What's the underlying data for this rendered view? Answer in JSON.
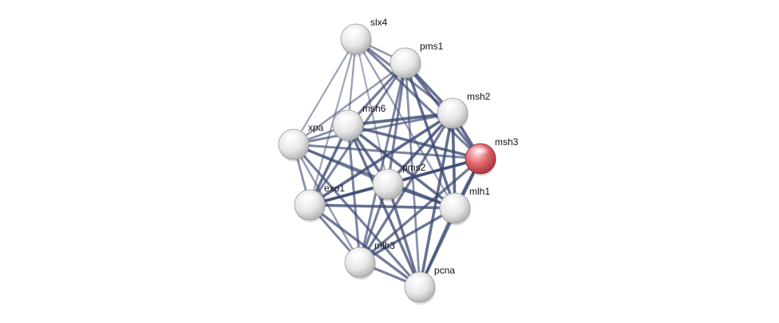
{
  "network": {
    "query_color": "#d9525b",
    "node_color": "#e8e8e8",
    "edge_color": "#3c4a73",
    "nodes": [
      {
        "id": "slx4",
        "label": "slx4",
        "query": false
      },
      {
        "id": "pms1",
        "label": "pms1",
        "query": false
      },
      {
        "id": "msh2",
        "label": "msh2",
        "query": false
      },
      {
        "id": "msh6",
        "label": "msh6",
        "query": false
      },
      {
        "id": "xpa",
        "label": "xpa",
        "query": false
      },
      {
        "id": "msh3",
        "label": "msh3",
        "query": true
      },
      {
        "id": "pms2",
        "label": "pms2",
        "query": false
      },
      {
        "id": "exo1",
        "label": "exo1",
        "query": false
      },
      {
        "id": "mlh1",
        "label": "mlh1",
        "query": false
      },
      {
        "id": "mlh3",
        "label": "mlh3",
        "query": false
      },
      {
        "id": "pcna",
        "label": "pcna",
        "query": false
      }
    ],
    "edges": [
      {
        "source": "slx4",
        "target": "pms1",
        "score": 0.55
      },
      {
        "source": "slx4",
        "target": "msh2",
        "score": 0.7
      },
      {
        "source": "slx4",
        "target": "msh6",
        "score": 0.45
      },
      {
        "source": "slx4",
        "target": "xpa",
        "score": 0.4
      },
      {
        "source": "slx4",
        "target": "msh3",
        "score": 0.75
      },
      {
        "source": "slx4",
        "target": "pms2",
        "score": 0.35
      },
      {
        "source": "slx4",
        "target": "exo1",
        "score": 0.4
      },
      {
        "source": "slx4",
        "target": "mlh1",
        "score": 0.45
      },
      {
        "source": "pms1",
        "target": "msh2",
        "score": 0.9
      },
      {
        "source": "pms1",
        "target": "msh6",
        "score": 0.8
      },
      {
        "source": "pms1",
        "target": "xpa",
        "score": 0.5
      },
      {
        "source": "pms1",
        "target": "msh3",
        "score": 0.85
      },
      {
        "source": "pms1",
        "target": "pms2",
        "score": 0.75
      },
      {
        "source": "pms1",
        "target": "exo1",
        "score": 0.7
      },
      {
        "source": "pms1",
        "target": "mlh1",
        "score": 0.9
      },
      {
        "source": "pms1",
        "target": "mlh3",
        "score": 0.7
      },
      {
        "source": "pms1",
        "target": "pcna",
        "score": 0.6
      },
      {
        "source": "msh2",
        "target": "msh6",
        "score": 0.95
      },
      {
        "source": "msh2",
        "target": "xpa",
        "score": 0.7
      },
      {
        "source": "msh2",
        "target": "msh3",
        "score": 0.95
      },
      {
        "source": "msh2",
        "target": "pms2",
        "score": 0.95
      },
      {
        "source": "msh2",
        "target": "exo1",
        "score": 0.95
      },
      {
        "source": "msh2",
        "target": "mlh1",
        "score": 0.95
      },
      {
        "source": "msh2",
        "target": "mlh3",
        "score": 0.8
      },
      {
        "source": "msh2",
        "target": "pcna",
        "score": 0.9
      },
      {
        "source": "msh6",
        "target": "xpa",
        "score": 0.6
      },
      {
        "source": "msh6",
        "target": "msh3",
        "score": 0.9
      },
      {
        "source": "msh6",
        "target": "pms2",
        "score": 0.9
      },
      {
        "source": "msh6",
        "target": "exo1",
        "score": 0.9
      },
      {
        "source": "msh6",
        "target": "mlh1",
        "score": 0.9
      },
      {
        "source": "msh6",
        "target": "mlh3",
        "score": 0.7
      },
      {
        "source": "msh6",
        "target": "pcna",
        "score": 0.85
      },
      {
        "source": "xpa",
        "target": "msh3",
        "score": 0.7
      },
      {
        "source": "xpa",
        "target": "pms2",
        "score": 0.65
      },
      {
        "source": "xpa",
        "target": "exo1",
        "score": 0.6
      },
      {
        "source": "xpa",
        "target": "mlh1",
        "score": 0.7
      },
      {
        "source": "xpa",
        "target": "mlh3",
        "score": 0.5
      },
      {
        "source": "xpa",
        "target": "pcna",
        "score": 0.75
      },
      {
        "source": "msh3",
        "target": "pms2",
        "score": 0.9
      },
      {
        "source": "msh3",
        "target": "exo1",
        "score": 0.9
      },
      {
        "source": "msh3",
        "target": "mlh1",
        "score": 0.9
      },
      {
        "source": "msh3",
        "target": "mlh3",
        "score": 0.8
      },
      {
        "source": "msh3",
        "target": "pcna",
        "score": 0.85
      },
      {
        "source": "pms2",
        "target": "exo1",
        "score": 0.9
      },
      {
        "source": "pms2",
        "target": "mlh1",
        "score": 0.95
      },
      {
        "source": "pms2",
        "target": "mlh3",
        "score": 0.75
      },
      {
        "source": "pms2",
        "target": "pcna",
        "score": 0.85
      },
      {
        "source": "exo1",
        "target": "mlh1",
        "score": 0.9
      },
      {
        "source": "exo1",
        "target": "mlh3",
        "score": 0.7
      },
      {
        "source": "exo1",
        "target": "pcna",
        "score": 0.8
      },
      {
        "source": "mlh1",
        "target": "mlh3",
        "score": 0.85
      },
      {
        "source": "mlh1",
        "target": "pcna",
        "score": 0.8
      },
      {
        "source": "mlh3",
        "target": "pcna",
        "score": 0.75
      }
    ]
  }
}
